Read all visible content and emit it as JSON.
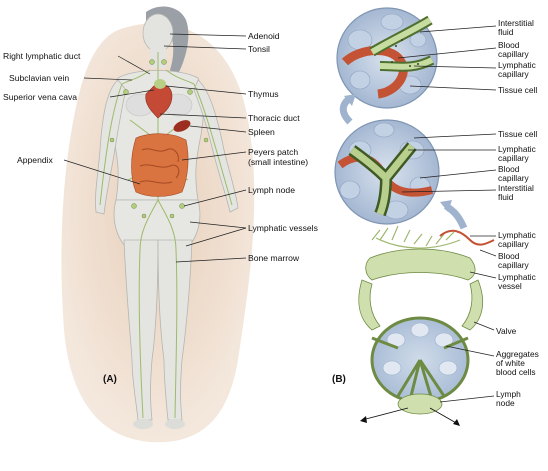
{
  "panels": {
    "a": "(A)",
    "b": "(B)"
  },
  "body_labels": {
    "adenoid": "Adenoid",
    "tonsil": "Tonsil",
    "right_lymphatic_duct": "Right lymphatic duct",
    "subclavian_vein": "Subclavian vein",
    "superior_vena_cava": "Superior vena cava",
    "thymus": "Thymus",
    "thoracic_duct": "Thoracic duct",
    "spleen": "Spleen",
    "appendix": "Appendix",
    "peyers_patch_line1": "Peyers patch",
    "peyers_patch_line2": "(small intestine)",
    "lymph_node": "Lymph node",
    "lymphatic_vessels": "Lymphatic vessels",
    "bone_marrow": "Bone marrow"
  },
  "micro_labels": {
    "interstitial_fluid_1_l1": "Interstitial",
    "interstitial_fluid_1_l2": "fluid",
    "blood_capillary_1_l1": "Blood",
    "blood_capillary_1_l2": "capillary",
    "lymphatic_capillary_1_l1": "Lymphatic",
    "lymphatic_capillary_1_l2": "capillary",
    "tissue_cell_1": "Tissue cell",
    "tissue_cell_2": "Tissue cell",
    "lymphatic_capillary_2_l1": "Lymphatic",
    "lymphatic_capillary_2_l2": "capillary",
    "blood_capillary_2_l1": "Blood",
    "blood_capillary_2_l2": "capillary",
    "interstitial_fluid_2_l1": "Interstitial",
    "interstitial_fluid_2_l2": "fluid",
    "lymphatic_capillary_3_l1": "Lymphatic",
    "lymphatic_capillary_3_l2": "capillary",
    "blood_capillary_3_l1": "Blood",
    "blood_capillary_3_l2": "capillary",
    "lymphatic_vessel_l1": "Lymphatic",
    "lymphatic_vessel_l2": "vessel",
    "valve": "Valve",
    "aggregates_l1": "Aggregates",
    "aggregates_l2": "of white",
    "aggregates_l3": "blood cells",
    "lymph_node_l1": "Lymph",
    "lymph_node_l2": "node"
  },
  "colors": {
    "background_wash": "#e9d6c4",
    "skin": "#e6e6e3",
    "lymph_green": "#b9cf8e",
    "lymph_green_dark": "#5f7a3a",
    "blood_red": "#c85a3c",
    "cell_blue": "#a9bfdc",
    "organ_orange": "#d9713f"
  }
}
